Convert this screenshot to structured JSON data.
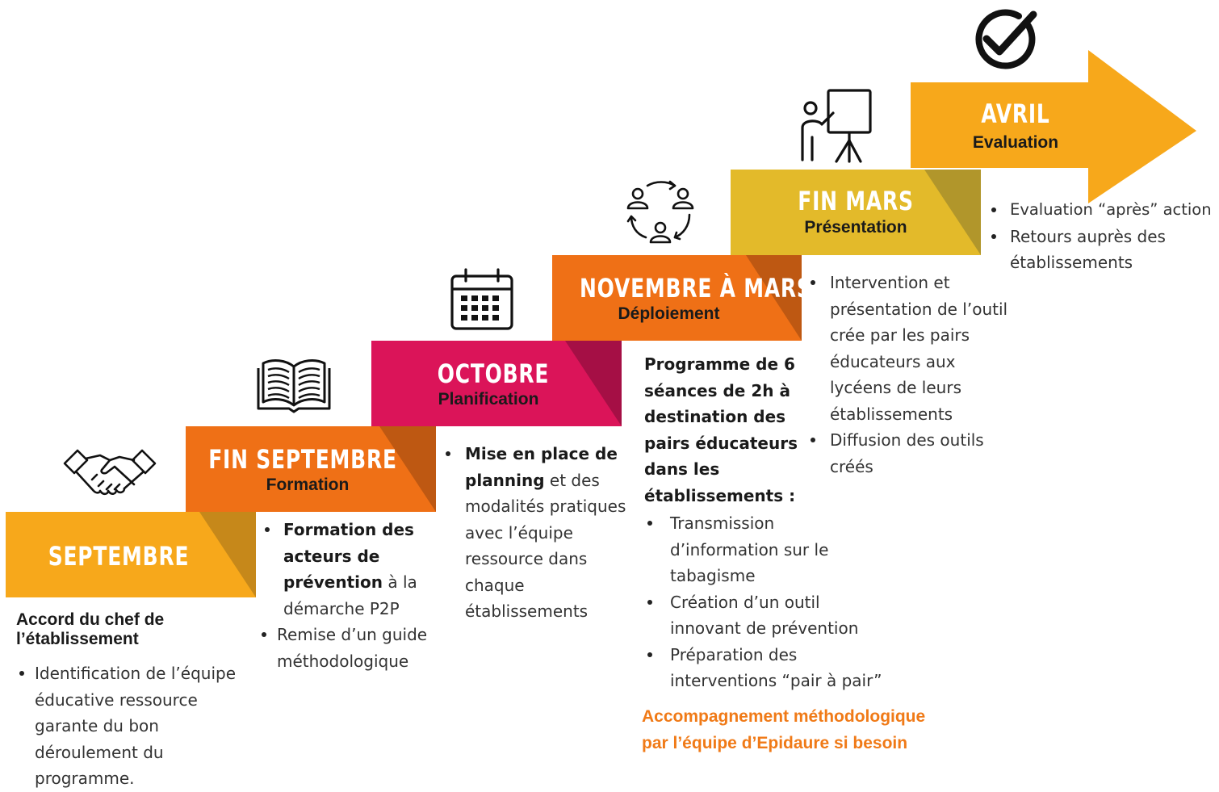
{
  "colors": {
    "septembre": "#F7A81B",
    "fin_septembre": "#EF7016",
    "octobre": "#DB1459",
    "novembre": "#EF7016",
    "fin_mars": "#E3BA2A",
    "avril": "#F7A81B",
    "accent_text": "#F07A17"
  },
  "steps": {
    "septembre": {
      "title": "SEPTEMBRE",
      "icon": "handshake-icon"
    },
    "fin_septembre": {
      "title": "FIN SEPTEMBRE",
      "subtitle": "Formation",
      "icon": "open-book-icon"
    },
    "octobre": {
      "title": "OCTOBRE",
      "subtitle": "Planification",
      "icon": "calendar-icon"
    },
    "novembre": {
      "title": "NOVEMBRE À MARS",
      "subtitle": "Déploiement",
      "icon": "people-cycle-icon"
    },
    "fin_mars": {
      "title": "FIN MARS",
      "subtitle": "Présentation",
      "icon": "presenter-board-icon"
    },
    "avril": {
      "title": "AVRIL",
      "subtitle": "Evaluation",
      "icon": "check-circle-icon"
    }
  },
  "blocks": {
    "septembre": {
      "heading_line1": "Accord du chef de",
      "heading_line2": "l’établissement",
      "bullet1": [
        "Identification de l’équipe",
        "éducative ressource",
        "garante du bon",
        "déroulement du",
        "programme."
      ]
    },
    "fin_septembre": {
      "bullet1_bold": [
        "Formation des",
        "acteurs de",
        "prévention"
      ],
      "bullet1_rest": " à la",
      "bullet1_tail": "démarche P2P",
      "bullet2": [
        "Remise d’un guide",
        "méthodologique"
      ]
    },
    "octobre": {
      "bullet1_bold": [
        "Mise en place de",
        "planning"
      ],
      "bullet1_rest": " et des",
      "bullet1_tail": [
        "modalités pratiques",
        "avec l’équipe",
        "ressource dans",
        "chaque",
        "établissements"
      ]
    },
    "novembre": {
      "heading": [
        "Programme de 6",
        "séances de 2h à",
        "destination des",
        "pairs éducateurs",
        "dans les",
        "établissements :"
      ],
      "bullet1": [
        "Transmission",
        "d’information sur le",
        "tabagisme"
      ],
      "bullet2": [
        "Création d’un outil",
        "innovant de prévention"
      ],
      "bullet3": [
        "Préparation des",
        "interventions “pair à pair”"
      ],
      "note": [
        "Accompagnement méthodologique",
        "par l’équipe d’Epidaure si besoin"
      ]
    },
    "fin_mars": {
      "bullet1": [
        "Intervention et",
        "présentation de l’outil",
        "crée par les pairs",
        "éducateurs aux",
        "lycéens de leurs",
        "établissements"
      ],
      "bullet2": [
        "Diffusion des outils",
        "créés"
      ]
    },
    "avril": {
      "bullet1": [
        "Evaluation “après” action"
      ],
      "bullet2": [
        "Retours auprès des",
        "établissements"
      ]
    }
  }
}
